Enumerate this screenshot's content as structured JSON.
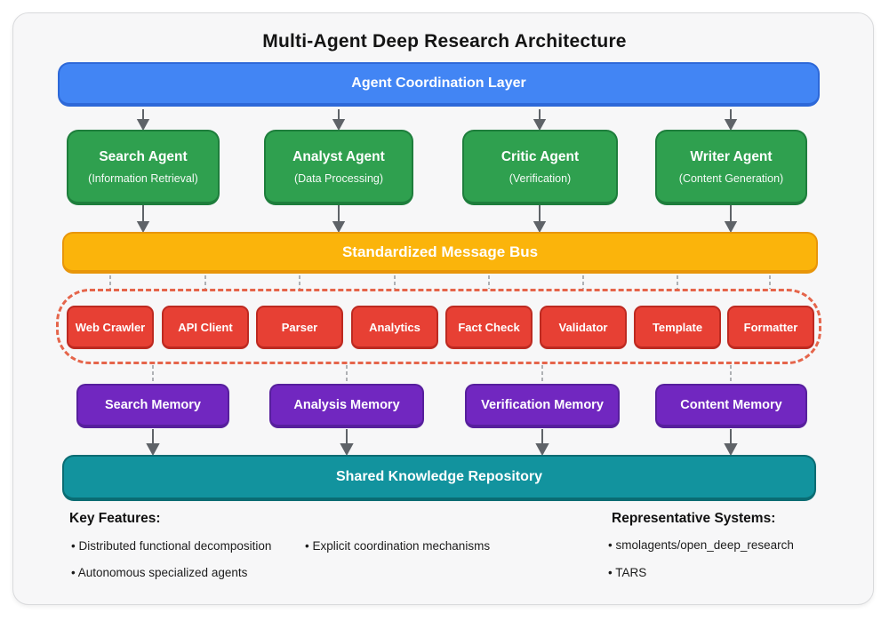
{
  "diagram": {
    "title": "Multi-Agent Deep Research Architecture",
    "coordination": {
      "label": "Agent Coordination Layer"
    },
    "agents": [
      {
        "name": "Search Agent",
        "role": "(Information Retrieval)"
      },
      {
        "name": "Analyst Agent",
        "role": "(Data Processing)"
      },
      {
        "name": "Critic Agent",
        "role": "(Verification)"
      },
      {
        "name": "Writer Agent",
        "role": "(Content Generation)"
      }
    ],
    "bus": {
      "label": "Standardized Message Bus"
    },
    "tools": [
      "Web Crawler",
      "API Client",
      "Parser",
      "Analytics",
      "Fact Check",
      "Validator",
      "Template",
      "Formatter"
    ],
    "memories": [
      "Search Memory",
      "Analysis Memory",
      "Verification Memory",
      "Content Memory"
    ],
    "repository": {
      "label": "Shared Knowledge Repository"
    },
    "key_features": {
      "heading": "Key Features:",
      "col1": [
        "• Distributed functional decomposition",
        "• Autonomous specialized agents"
      ],
      "col2": [
        "• Explicit coordination mechanisms"
      ]
    },
    "systems": {
      "heading": "Representative Systems:",
      "items": [
        "• smolagents/open_deep_research",
        "• TARS"
      ]
    }
  },
  "palette": {
    "coordination_blue": "#4285f4",
    "agent_green": "#2fa04f",
    "bus_amber": "#fbb40b",
    "tool_red": "#e74034",
    "tool_group_dashed": "#e5654b",
    "memory_purple": "#7127c0",
    "repository_teal": "#12939e",
    "connector_gray": "#5f6368",
    "dashed_connector_gray": "#a6a9ad",
    "card_background": "#f7f7f8"
  }
}
